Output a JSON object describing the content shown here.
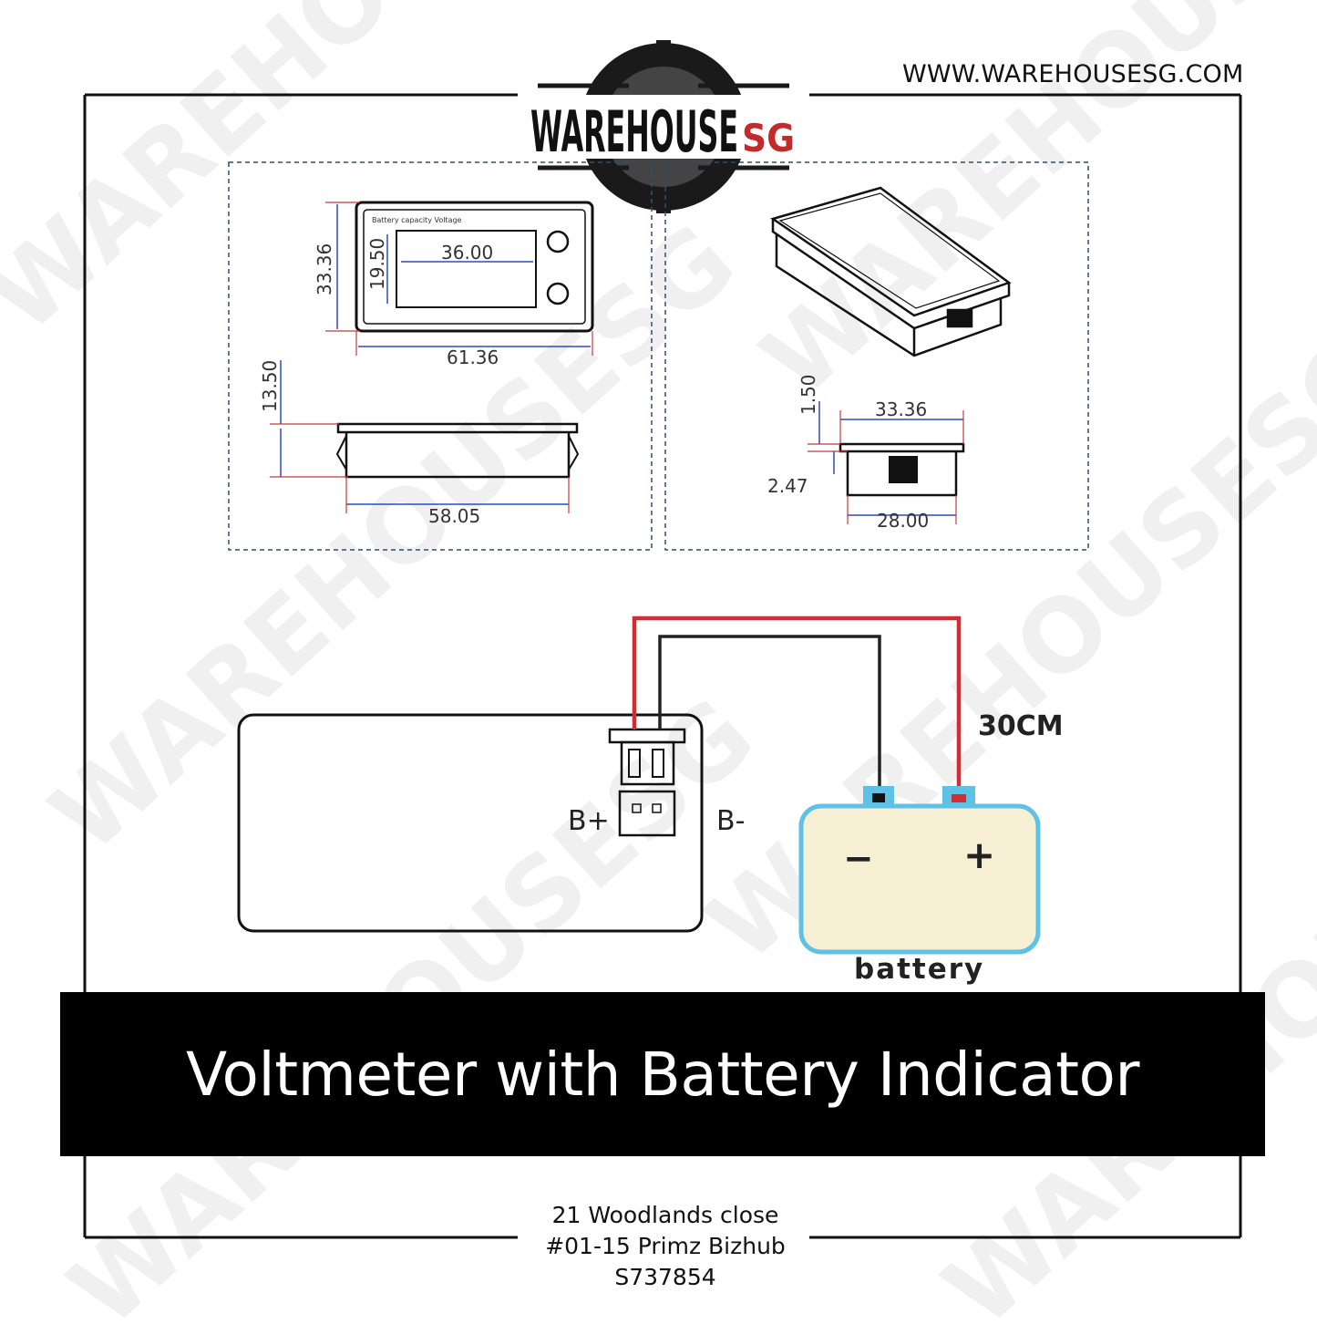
{
  "brand": {
    "logo_text": "WAREHOUSE",
    "logo_accent": "SG",
    "website": "WWW.WAREHOUSESG.COM",
    "watermark": "WAREHOUSESG"
  },
  "title": "Voltmeter with Battery Indicator",
  "address": {
    "line1": "21 Woodlands close",
    "line2": "#01-15 Primz Bizhub",
    "line3": "S737854"
  },
  "diagram": {
    "front": {
      "panel_label": "Battery capacity Voltage",
      "height": "33.36",
      "display_width": "36.00",
      "display_height": "19.50",
      "width": "61.36"
    },
    "side": {
      "depth": "13.50",
      "body_width": "58.05"
    },
    "end": {
      "flange": "1.50",
      "width": "33.36",
      "gap": "2.47",
      "body_width": "28.00"
    },
    "wiring": {
      "cable_length": "30CM",
      "positive_terminal": "B+",
      "negative_terminal": "B-",
      "battery_label": "battery",
      "minus_sign": "−",
      "plus_sign": "+"
    }
  },
  "colors": {
    "wire_red": "#d32d33",
    "wire_black": "#222222",
    "dimension_blue": "#2c4bbf",
    "battery_fill": "#f7efd4",
    "battery_outline": "#5ec1e6",
    "frame": "#111111"
  }
}
